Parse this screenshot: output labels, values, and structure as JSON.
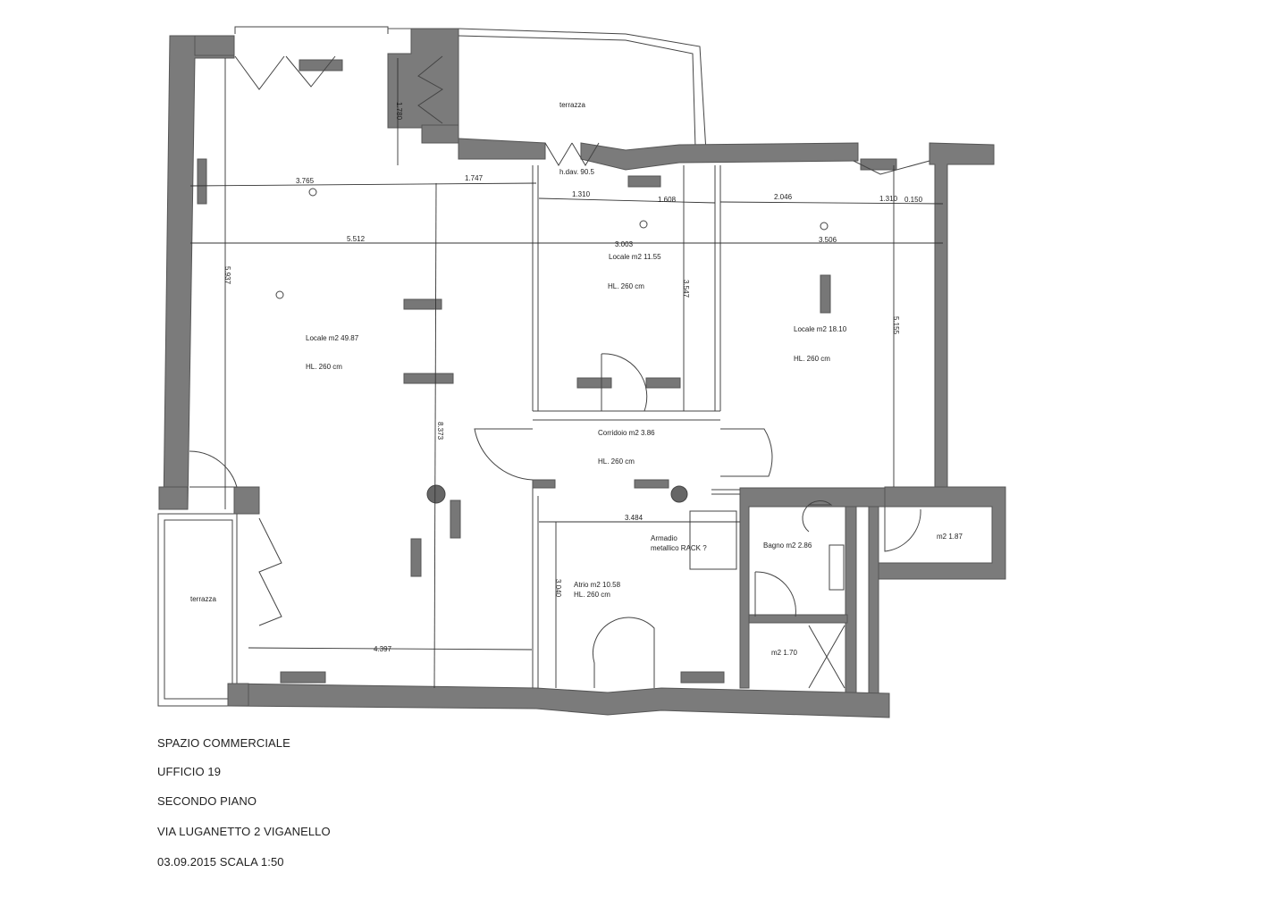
{
  "title_block": {
    "line1": "SPAZIO COMMERCIALE",
    "line2": "UFFICIO 19",
    "line3": "SECONDO PIANO",
    "line4": "VIA LUGANETTO 2   VIGANELLO",
    "line5": "03.09.2015  SCALA 1:50"
  },
  "rooms": {
    "main": {
      "name": "Locale m2 49.87",
      "height": "HL. 260 cm"
    },
    "office_small": {
      "name": "Locale m2 11.55",
      "height": "HL. 260 cm"
    },
    "office_right": {
      "name": "Locale m2 18.10",
      "height": "HL. 260 cm"
    },
    "corridor": {
      "name": "Corridoio m2 3.86",
      "height": "HL. 260 cm"
    },
    "atrium": {
      "name": "Atrio m2 10.58",
      "height": "HL. 260 cm"
    },
    "bathroom": {
      "name": "Bagno  m2 2.86"
    },
    "storage_small": {
      "name": "m2 1.70"
    },
    "storage_right": {
      "name": "m2 1.87"
    },
    "terrace_top": {
      "name": "terrazza"
    },
    "terrace_left": {
      "name": "terrazza"
    },
    "cabinet_line1": "Armadio",
    "cabinet_line2": "metallico  RACK ?"
  },
  "dimensions": {
    "d_1780": "1.780",
    "d_3765": "3.765",
    "d_1747": "1.747",
    "d_5512": "5.512",
    "d_5937": "5.937",
    "d_8373": "8.373",
    "d_4397": "4.397",
    "d_hdav": "h.dav. 90.5",
    "d_1310a": "1.310",
    "d_1608": "1.608",
    "d_3003": "3.003",
    "d_3547": "3.547",
    "d_2046": "2.046",
    "d_1310b": "1.310",
    "d_0150": "0.150",
    "d_3506": "3.506",
    "d_5155": "5.155",
    "d_3484": "3.484",
    "d_3040": "3.040"
  }
}
